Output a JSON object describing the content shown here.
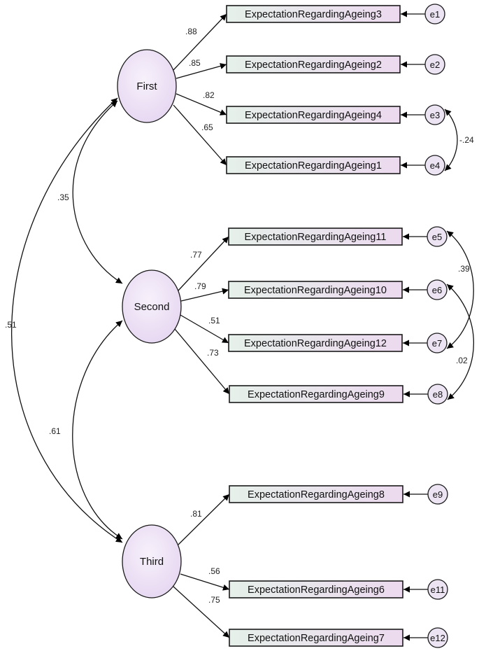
{
  "diagram": {
    "latents": [
      {
        "id": "first",
        "label": "First"
      },
      {
        "id": "second",
        "label": "Second"
      },
      {
        "id": "third",
        "label": "Third"
      }
    ],
    "indicators": [
      {
        "label": "ExpectationRegardingAgeing3",
        "error": "e1",
        "factor": "first",
        "loading": ".88"
      },
      {
        "label": "ExpectationRegardingAgeing2",
        "error": "e2",
        "factor": "first",
        "loading": ".85"
      },
      {
        "label": "ExpectationRegardingAgeing4",
        "error": "e3",
        "factor": "first",
        "loading": ".82"
      },
      {
        "label": "ExpectationRegardingAgeing1",
        "error": "e4",
        "factor": "first",
        "loading": ".65"
      },
      {
        "label": "ExpectationRegardingAgeing11",
        "error": "e5",
        "factor": "second",
        "loading": ".77"
      },
      {
        "label": "ExpectationRegardingAgeing10",
        "error": "e6",
        "factor": "second",
        "loading": ".79"
      },
      {
        "label": "ExpectationRegardingAgeing12",
        "error": "e7",
        "factor": "second",
        "loading": ".51"
      },
      {
        "label": "ExpectationRegardingAgeing9",
        "error": "e8",
        "factor": "second",
        "loading": ".73"
      },
      {
        "label": "ExpectationRegardingAgeing8",
        "error": "e9",
        "factor": "third",
        "loading": ".81"
      },
      {
        "label": "ExpectationRegardingAgeing6",
        "error": "e11",
        "factor": "third",
        "loading": ".56"
      },
      {
        "label": "ExpectationRegardingAgeing7",
        "error": "e12",
        "factor": "third",
        "loading": ".75"
      }
    ],
    "factor_correlations": [
      {
        "from": "first",
        "to": "second",
        "value": ".35"
      },
      {
        "from": "first",
        "to": "third",
        "value": ".51"
      },
      {
        "from": "second",
        "to": "third",
        "value": ".61"
      }
    ],
    "error_covariances": [
      {
        "from": "e3",
        "to": "e4",
        "value": "-.24"
      },
      {
        "from": "e5",
        "to": "e7",
        "value": ".39"
      },
      {
        "from": "e6",
        "to": "e8",
        "value": ".02"
      }
    ]
  }
}
